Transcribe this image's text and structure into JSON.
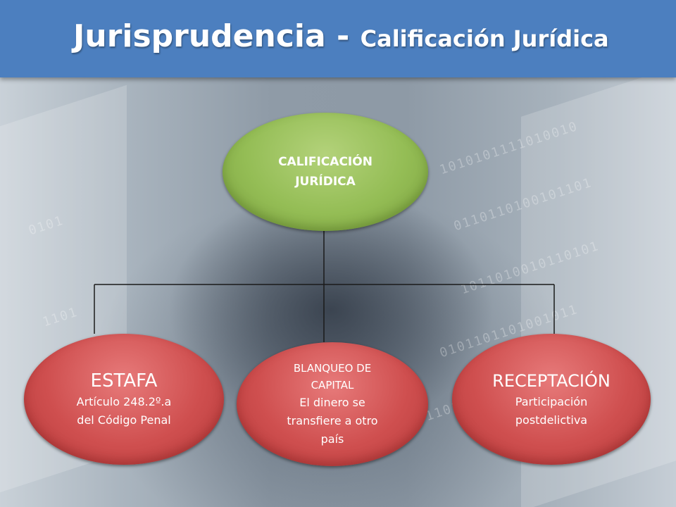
{
  "header": {
    "title_main": "Jurisprudencia - ",
    "title_sub": "Calificación Jurídica"
  },
  "diagram": {
    "root": {
      "line1": "CALIFICACIÓN",
      "line2": "JURÍDICA"
    },
    "children": [
      {
        "title": "ESTAFA",
        "lines": [
          "Artículo 248.2º.a",
          "del Código Penal"
        ]
      },
      {
        "title_lines": [
          "BLANQUEO DE",
          "CAPITAL"
        ],
        "lines": [
          "El dinero se",
          "transfiere a otro",
          "país"
        ]
      },
      {
        "title": "RECEPTACIÓN",
        "lines": [
          "Participación",
          "postdelictiva"
        ]
      }
    ]
  },
  "colors": {
    "header": "#4c7fbf",
    "root_node": "#94bd55",
    "child_node": "#cf4f4f"
  }
}
